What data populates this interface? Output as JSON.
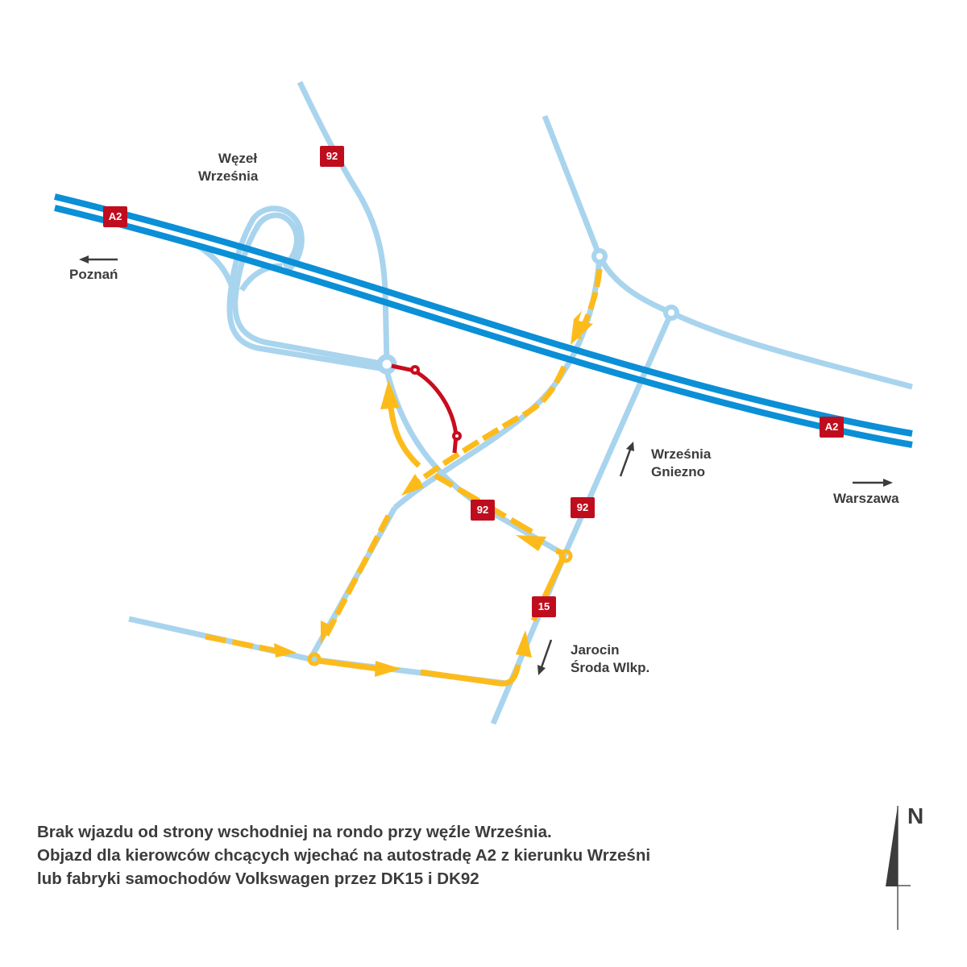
{
  "colors": {
    "motorway": "#0b8fd6",
    "road": "#a9d4ee",
    "detour": "#fdbb1b",
    "closed": "#c80d1e",
    "sign_bg": "#c00d1e",
    "text": "#3c3c3c"
  },
  "labels": {
    "interchange_line1": "Węzeł",
    "interchange_line2": "Września",
    "poznan": "Poznań",
    "warszawa": "Warszawa",
    "wrzesnia_line1": "Września",
    "wrzesnia_line2": "Gniezno",
    "jarocin_line1": "Jarocin",
    "jarocin_line2": "Środa Wlkp."
  },
  "road_signs": {
    "a2_west": "A2",
    "a2_east": "A2",
    "dk92_north": "92",
    "dk92_center": "92",
    "dk92_east": "92",
    "dk15": "15"
  },
  "caption": {
    "line1": "Brak wjazdu od strony wschodniej na rondo przy węźle Września.",
    "line2": "Objazd dla kierowców chcących wjechać na autostradę A2 z kierunku Wrześni",
    "line3": "lub fabryki samochodów Volkswagen przez DK15 i DK92"
  },
  "compass": {
    "label": "N"
  }
}
